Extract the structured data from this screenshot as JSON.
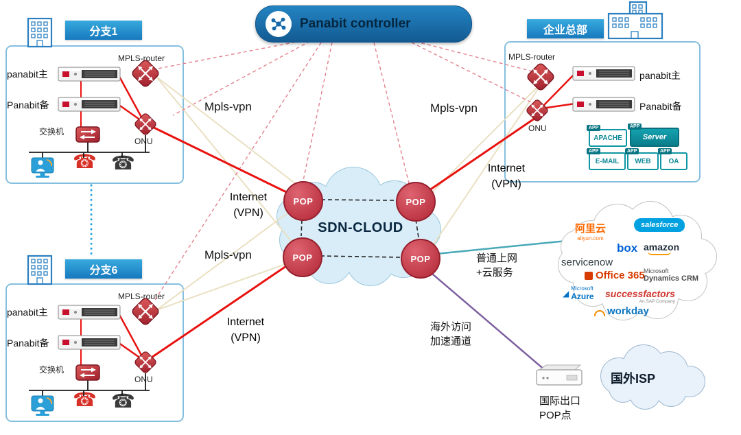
{
  "controller": {
    "label": "Panabit controller"
  },
  "sites": {
    "branch1_title": "分支1",
    "branch6_title": "分支6",
    "hq_title": "企业总部",
    "primary_label": "panabit主",
    "backup_label": "Panabit备",
    "mpls_router_label": "MPLS-router",
    "switch_label": "交换机",
    "onu_label": "ONU"
  },
  "hq_apps": {
    "tag": "APP",
    "apache": "APACHE",
    "server": "Server",
    "email": "E-MAIL",
    "web": "WEB",
    "oa": "OA"
  },
  "sdn": {
    "label": "SDN-CLOUD",
    "pop": "POP"
  },
  "edges": {
    "mpls": "Mpls-vpn",
    "internet_line1": "Internet",
    "internet_line2": "(VPN)",
    "services_line1": "普通上网",
    "services_line2": "+云服务",
    "overseas_line1": "海外访问",
    "overseas_line2": "加速通道"
  },
  "cloud_services": {
    "aliyun": "阿里云",
    "aliyun_domain": "aliyun.com",
    "salesforce": "salesforce",
    "box": "box",
    "amazon": "amazon",
    "servicenow": "servicenow",
    "office365": "Office 365",
    "dynamics_line1": "Microsoft",
    "dynamics_line2": "Dynamics CRM",
    "azure_line1": "Microsoft",
    "azure_line2": "Azure",
    "successfactors": "successfactors",
    "sap_note": "An SAP Company",
    "workday": "workday"
  },
  "overseas": {
    "isp": "国外ISP",
    "pop_line1": "国际出口",
    "pop_line2": "POP点"
  }
}
